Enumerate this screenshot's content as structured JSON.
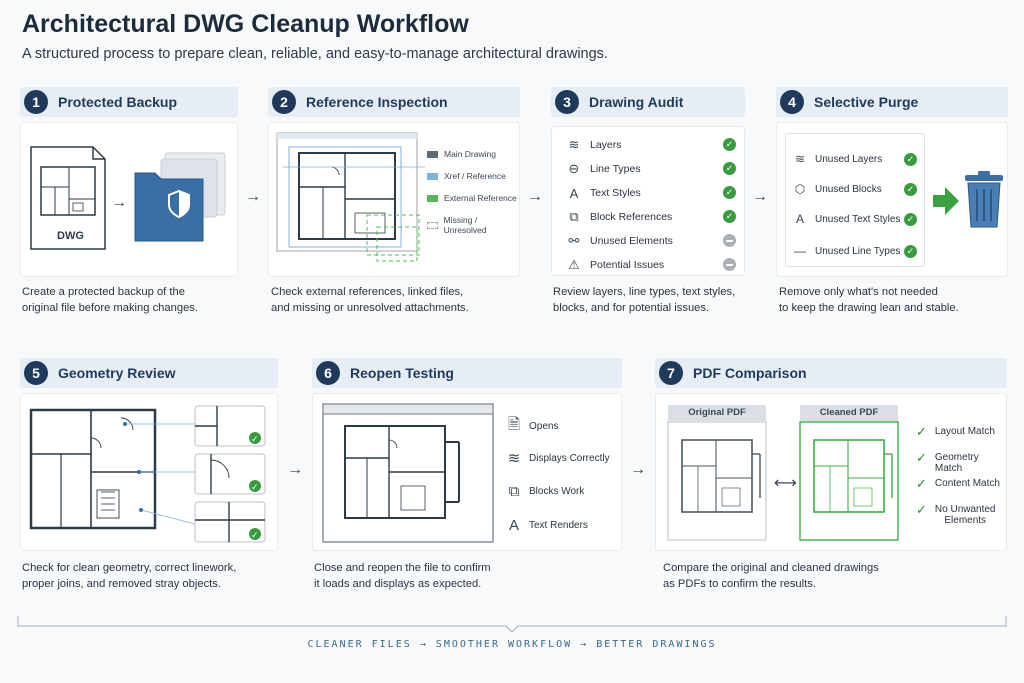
{
  "title": "Architectural DWG Cleanup Workflow",
  "subtitle": "A structured process to prepare clean, reliable, and easy-to-manage architectural drawings.",
  "steps": [
    {
      "num": "1",
      "title": "Protected Backup",
      "desc1": "Create a protected backup of the",
      "desc2": "original file before making changes.",
      "file_label": "DWG",
      "icons": [
        "file-icon",
        "shield-folder-icon"
      ]
    },
    {
      "num": "2",
      "title": "Reference Inspection",
      "desc1": "Check external references, linked files,",
      "desc2": "and missing or unresolved attachments.",
      "legend": [
        {
          "label": "Main Drawing",
          "color": "#5d6b78"
        },
        {
          "label": "Xref / Reference",
          "color": "#7fb1db"
        },
        {
          "label": "External Reference",
          "color": "#56b85b"
        },
        {
          "label": "Missing / Unresolved",
          "color": "#9aa4ad"
        }
      ]
    },
    {
      "num": "3",
      "title": "Drawing Audit",
      "desc1": "Review layers, line types, text styles,",
      "desc2": "blocks, and for potential issues.",
      "items": [
        {
          "label": "Layers",
          "status": "ok",
          "icon": "layers-icon"
        },
        {
          "label": "Line Types",
          "status": "ok",
          "icon": "linetype-icon"
        },
        {
          "label": "Text Styles",
          "status": "ok",
          "icon": "text-icon"
        },
        {
          "label": "Block References",
          "status": "ok",
          "icon": "block-icon"
        },
        {
          "label": "Unused Elements",
          "status": "minus",
          "icon": "link-icon"
        },
        {
          "label": "Potential Issues",
          "status": "minus",
          "icon": "warning-icon"
        }
      ]
    },
    {
      "num": "4",
      "title": "Selective Purge",
      "desc1": "Remove only what's not needed",
      "desc2": "to keep the drawing lean and stable.",
      "items": [
        {
          "label": "Unused Layers",
          "icon": "layers-icon"
        },
        {
          "label": "Unused Blocks",
          "icon": "cube-icon"
        },
        {
          "label": "Unused Text Styles",
          "icon": "text-icon"
        },
        {
          "label": "Unused Line Types",
          "icon": "line-icon"
        }
      ]
    },
    {
      "num": "5",
      "title": "Geometry Review",
      "desc1": "Check for clean geometry, correct linework,",
      "desc2": "proper joins, and removed stray objects."
    },
    {
      "num": "6",
      "title": "Reopen Testing",
      "desc1": "Close and reopen the file to confirm",
      "desc2": "it loads and displays as expected.",
      "items": [
        {
          "label": "Opens",
          "icon": "file-check-icon"
        },
        {
          "label": "Displays Correctly",
          "icon": "layers-check-icon"
        },
        {
          "label": "Blocks Work",
          "icon": "block-check-icon"
        },
        {
          "label": "Text Renders",
          "icon": "text-check-icon"
        }
      ]
    },
    {
      "num": "7",
      "title": "PDF Comparison",
      "desc1": "Compare the original and cleaned drawings",
      "desc2": "as PDFs to confirm the results.",
      "original_label": "Original PDF",
      "cleaned_label": "Cleaned PDF",
      "checks": [
        "Layout Match",
        "Geometry Match",
        "Content Match",
        "No Unwanted",
        "Elements"
      ]
    }
  ],
  "footer": "CLEANER FILES → SMOOTHER WORKFLOW → BETTER DRAWINGS",
  "colors": {
    "accent": "#1f3a5a",
    "folder": "#3a6fa6",
    "check": "#3a9a3f",
    "clean_plan": "#3fae48"
  }
}
